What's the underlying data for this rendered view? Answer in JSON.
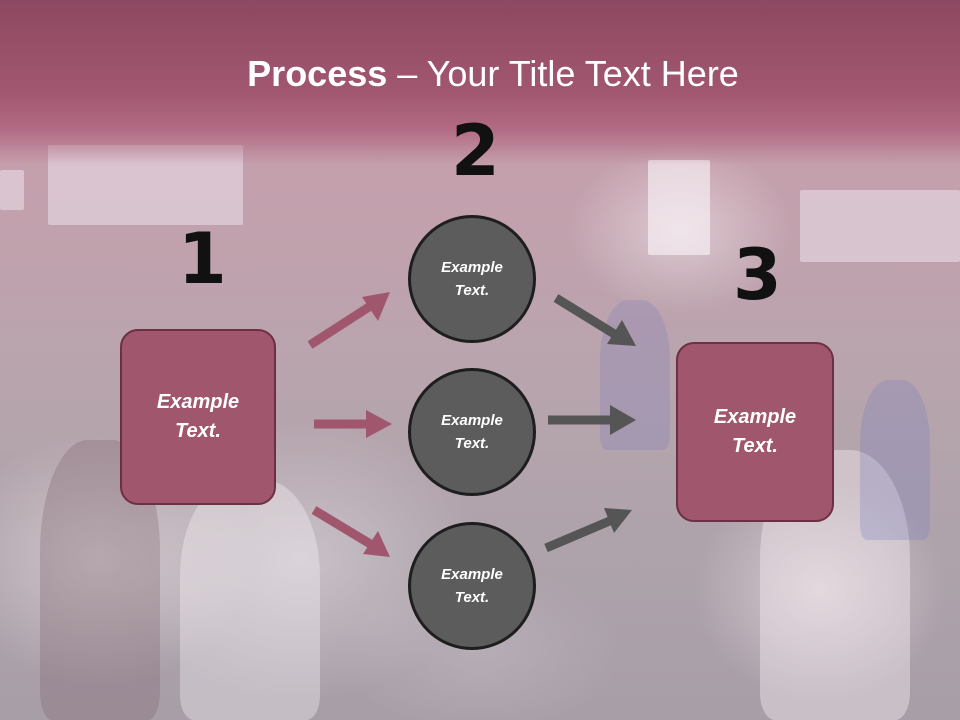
{
  "slide": {
    "title_bold": "Process",
    "title_rest": " – Your Title Text Here"
  },
  "steps": {
    "step1": {
      "number": "1",
      "text": "Example\nText."
    },
    "step2": {
      "number": "2"
    },
    "step3": {
      "number": "3",
      "text": "Example\nText."
    }
  },
  "middle_nodes": [
    {
      "text": "Example\nText."
    },
    {
      "text": "Example\nText."
    },
    {
      "text": "Example\nText."
    }
  ],
  "colors": {
    "header": "#9b526a",
    "box_fill": "#a0566d",
    "circle_fill": "#5c5c5c",
    "left_arrow": "#a0566d",
    "right_arrow": "#555555"
  },
  "background_image": "faded photo of a classroom with children"
}
